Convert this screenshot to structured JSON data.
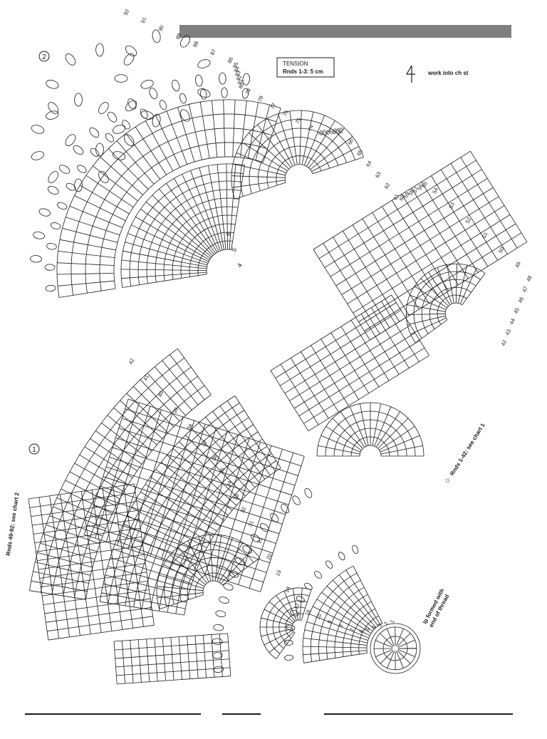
{
  "charts": {
    "chart2_marker": "②",
    "chart1_marker": "①"
  },
  "tension": {
    "line1": "TENSION",
    "line2": "Rnds 1-3: 5 cm"
  },
  "legend": {
    "symbol_text": "work into ch st"
  },
  "notes": {
    "rnds_1_42": "Rnds 1-42: see chart 1",
    "rnds_49_92": "Rnds 49-92: see chart 2",
    "lp_formed_line1": "lp formed with",
    "lp_formed_line2": "end of thread",
    "star_symbol": "☆"
  },
  "chart2_round_numbers": [
    "92",
    "91",
    "90",
    "89",
    "88",
    "87",
    "86",
    "85",
    "84",
    "83",
    "82",
    "81",
    "80",
    "79",
    "78",
    "77",
    "76",
    "75",
    "74",
    "73",
    "72",
    "71",
    "70",
    "69",
    "68",
    "67",
    "66",
    "65",
    "64",
    "63",
    "62",
    "61",
    "60",
    "59",
    "58",
    "57",
    "56",
    "55",
    "54",
    "53",
    "52",
    "51",
    "50",
    "49",
    "48",
    "47",
    "46",
    "45",
    "44",
    "43",
    "42"
  ],
  "chart2_center_labels": [
    "6",
    "5",
    "4"
  ],
  "chart1_round_numbers": [
    "42",
    "41",
    "40",
    "39",
    "38",
    "37",
    "36",
    "35",
    "34",
    "33",
    "32",
    "31",
    "21",
    "20",
    "19",
    "18",
    "17",
    "16",
    "10",
    "9",
    "8",
    "7",
    "6",
    "5",
    "4",
    "3",
    "2",
    "1"
  ],
  "colors": {
    "ink": "#1a1a1a",
    "bar": "#7f7f7f",
    "paper": "#ffffff"
  }
}
